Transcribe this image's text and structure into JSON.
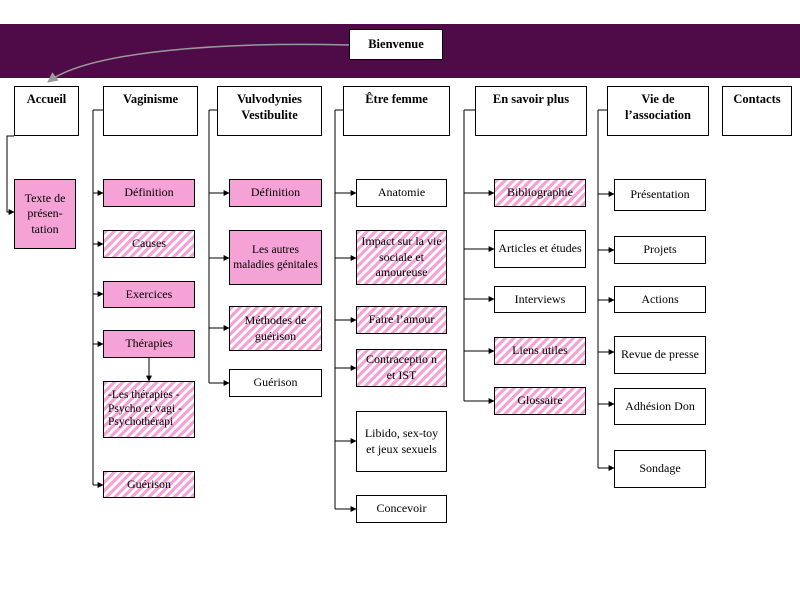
{
  "welcome": "Bienvenue",
  "headers": {
    "accueil": "Accueil",
    "vaginisme": "Vaginisme",
    "vulvodynies": "Vulvodynies Vestibulite",
    "etre_femme": "Être femme",
    "en_savoir_plus": "En savoir plus",
    "vie_association": "Vie de l’association",
    "contacts": "Contacts"
  },
  "accueil": {
    "texte": "Texte de présen-tation"
  },
  "vaginisme": {
    "definition": "Définition",
    "causes": "Causes",
    "exercices": "Exercices",
    "therapies": "Thérapies",
    "therapies_list": "-Les thérapies -Psycho et vagi - Psychothérapi",
    "guerison": "Guérison"
  },
  "vulvodynies": {
    "definition": "Définition",
    "autres_maladies": "Les autres maladies génitales",
    "methodes": "Méthodes de guérison",
    "guerison": "Guérison"
  },
  "etre_femme": {
    "anatomie": "Anatomie",
    "impact": "Impact sur la vie sociale et amoureuse",
    "faire_amour": "Faire l’amour",
    "contraception": "Contraceptio n et IST",
    "libido": "Libido, sex-toy et jeux sexuels",
    "concevoir": "Concevoir"
  },
  "en_savoir_plus": {
    "bibliographie": "Bibliographie",
    "articles": "Articles et études",
    "interviews": "Interviews",
    "liens": "Liens utiles",
    "glossaire": "Glossaire"
  },
  "vie_association": {
    "presentation": "Présentation",
    "projets": "Projets",
    "actions": "Actions",
    "revue": "Revue de presse",
    "adhesion": "Adhésion Don",
    "sondage": "Sondage"
  },
  "colors": {
    "band": "#4f0b47",
    "pink": "#f5a3d6",
    "border": "#000000",
    "arrow": "#9a9a9a"
  }
}
